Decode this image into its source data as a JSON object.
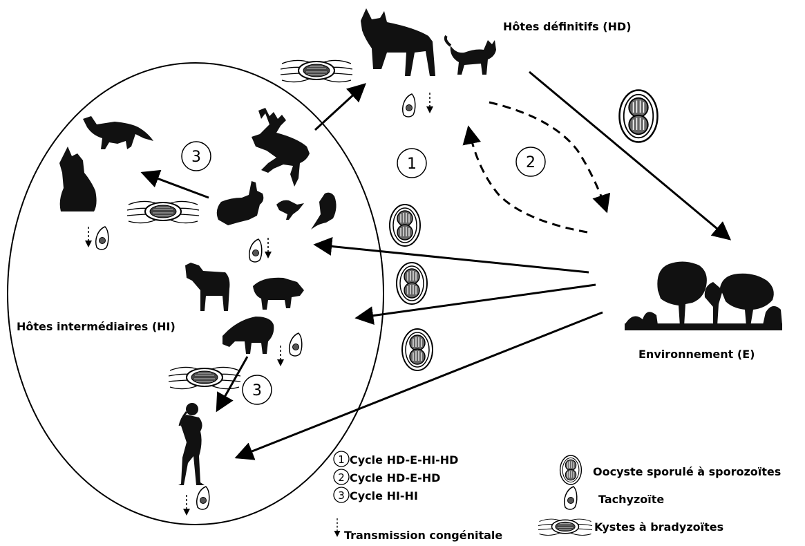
{
  "labels": {
    "definitive_hosts": "Hôtes définitifs (HD)",
    "environment": "Environnement (E)",
    "intermediate_hosts": "Hôtes intermédiaires (HI)"
  },
  "cycle_markers": {
    "c1": "1",
    "c2": "2",
    "c3a": "3",
    "c3b": "3"
  },
  "legend_cycles": [
    {
      "num": "1",
      "text": "Cycle HD-E-HI-HD"
    },
    {
      "num": "2",
      "text": "Cycle HD-E-HD"
    },
    {
      "num": "3",
      "text": "Cycle HI-HI"
    }
  ],
  "legend_items": {
    "congenital": "Transmission congénitale",
    "oocyst": "Oocyste sporulé à sporozoïtes",
    "tachyzoite": "Tachyzoïte",
    "cyst": "Kystes à bradyzoïtes"
  },
  "colors": {
    "ink": "#000000",
    "background": "#ffffff"
  }
}
